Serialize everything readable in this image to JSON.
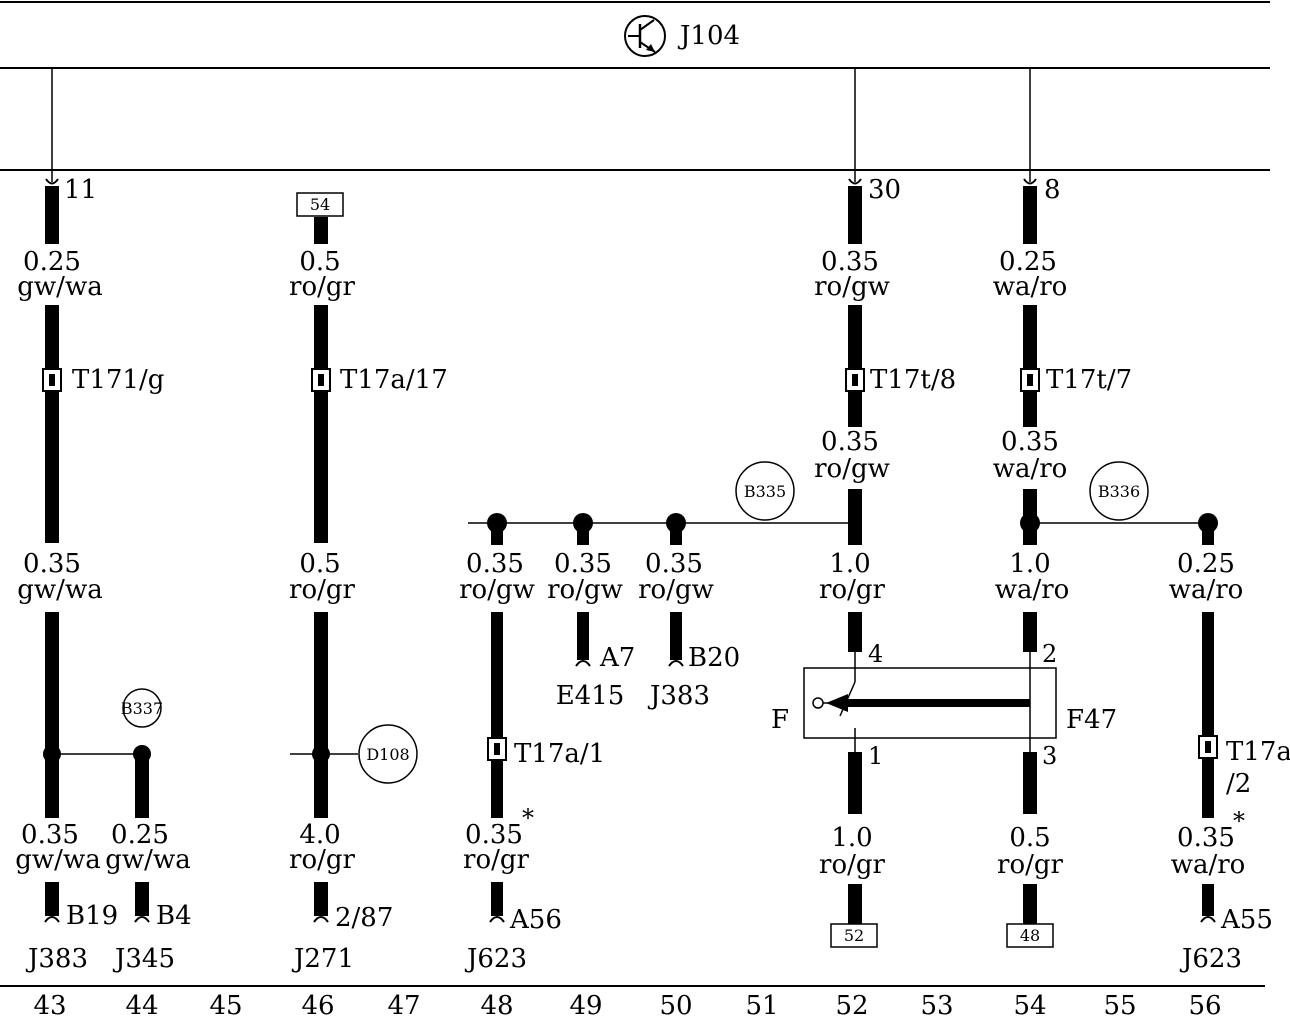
{
  "header": {
    "component": "J104"
  },
  "top_pins": {
    "p11": "11",
    "p30": "30",
    "p8": "8"
  },
  "box_refs": {
    "top54": "54",
    "bot52": "52",
    "bot48": "48"
  },
  "wires": {
    "w43a": {
      "size": "0.25",
      "color": "gw/wa"
    },
    "w43b": {
      "size": "0.35",
      "color": "gw/wa"
    },
    "w43c": {
      "size": "0.35",
      "color": "gw/wa"
    },
    "w44": {
      "size": "0.25",
      "color": "gw/wa"
    },
    "w46a": {
      "size": "0.5",
      "color": "ro/gr"
    },
    "w46b": {
      "size": "0.5",
      "color": "ro/gr"
    },
    "w46c": {
      "size": "4.0",
      "color": "ro/gr"
    },
    "w48a": {
      "size": "0.35",
      "color": "ro/gw"
    },
    "w48b": {
      "size": "0.35",
      "color": "ro/gr"
    },
    "w49": {
      "size": "0.35",
      "color": "ro/gw"
    },
    "w50": {
      "size": "0.35",
      "color": "ro/gw"
    },
    "w52a": {
      "size": "0.35",
      "color": "ro/gw"
    },
    "w52b": {
      "size": "0.35",
      "color": "ro/gw"
    },
    "w52c": {
      "size": "1.0",
      "color": "ro/gr"
    },
    "w52d": {
      "size": "1.0",
      "color": "ro/gr"
    },
    "w54a": {
      "size": "0.25",
      "color": "wa/ro"
    },
    "w54b": {
      "size": "0.35",
      "color": "wa/ro"
    },
    "w54c": {
      "size": "1.0",
      "color": "wa/ro"
    },
    "w54d": {
      "size": "0.5",
      "color": "ro/gr"
    },
    "w56a": {
      "size": "0.25",
      "color": "wa/ro"
    },
    "w56b": {
      "size": "0.35",
      "color": "wa/ro"
    }
  },
  "connectors": {
    "c43": "T171/g",
    "c46": "T17a/17",
    "c48": "T17a/1",
    "c52": "T17t/8",
    "c54": "T17t/7",
    "c56a": "T17a",
    "c56b": "/2"
  },
  "grounds": {
    "b335": "B335",
    "b336": "B336",
    "b337": "B337",
    "d108": "D108"
  },
  "terminals": {
    "t43": "B19",
    "t44": "B4",
    "t46": "2/87",
    "t48": "A56",
    "t49": "A7",
    "t50": "B20",
    "t56": "A55"
  },
  "destinations": {
    "d43": "J383",
    "d44": "J345",
    "d46": "J271",
    "d48": "J623",
    "d49": "E415",
    "d50": "J383",
    "d56": "J623"
  },
  "switch": {
    "name": "F47",
    "side_label": "F",
    "pin4": "4",
    "pin2": "2",
    "pin1": "1",
    "pin3": "3"
  },
  "notes": {
    "star48": "*",
    "star56": "*"
  },
  "footer": {
    "columns": [
      "43",
      "44",
      "45",
      "46",
      "47",
      "48",
      "49",
      "50",
      "51",
      "52",
      "53",
      "54",
      "55",
      "56"
    ]
  }
}
